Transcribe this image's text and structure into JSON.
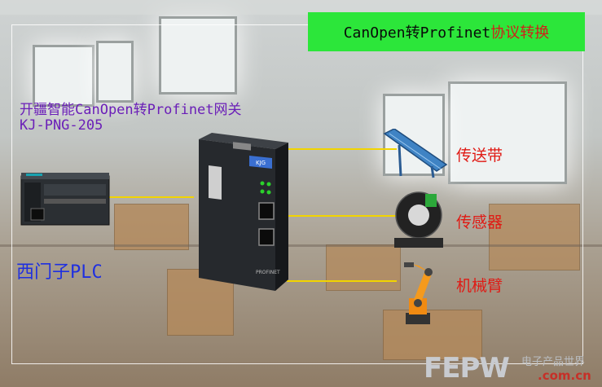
{
  "banner": {
    "part1": "CanOpen转Profinet",
    "part2": "协议转换"
  },
  "gateway": {
    "title": "开疆智能CanOpen转Profinet网关",
    "model": "KJ-PNG-205",
    "front_mark": "PROFINET"
  },
  "plc": {
    "label": "西门子PLC"
  },
  "devices": [
    {
      "label": "传送带"
    },
    {
      "label": "传感器"
    },
    {
      "label": "机械臂"
    }
  ],
  "watermark": {
    "main": "FEPW",
    "sub": "电子产品世界",
    "domain": ".com.cn"
  },
  "colors": {
    "banner_bg": "#2ce63a",
    "banner_red": "#d0201a",
    "title_purple": "#6b1fb8",
    "plc_blue": "#1e2fe0",
    "device_red": "#e01a14",
    "wire_yellow": "#f2d400"
  }
}
